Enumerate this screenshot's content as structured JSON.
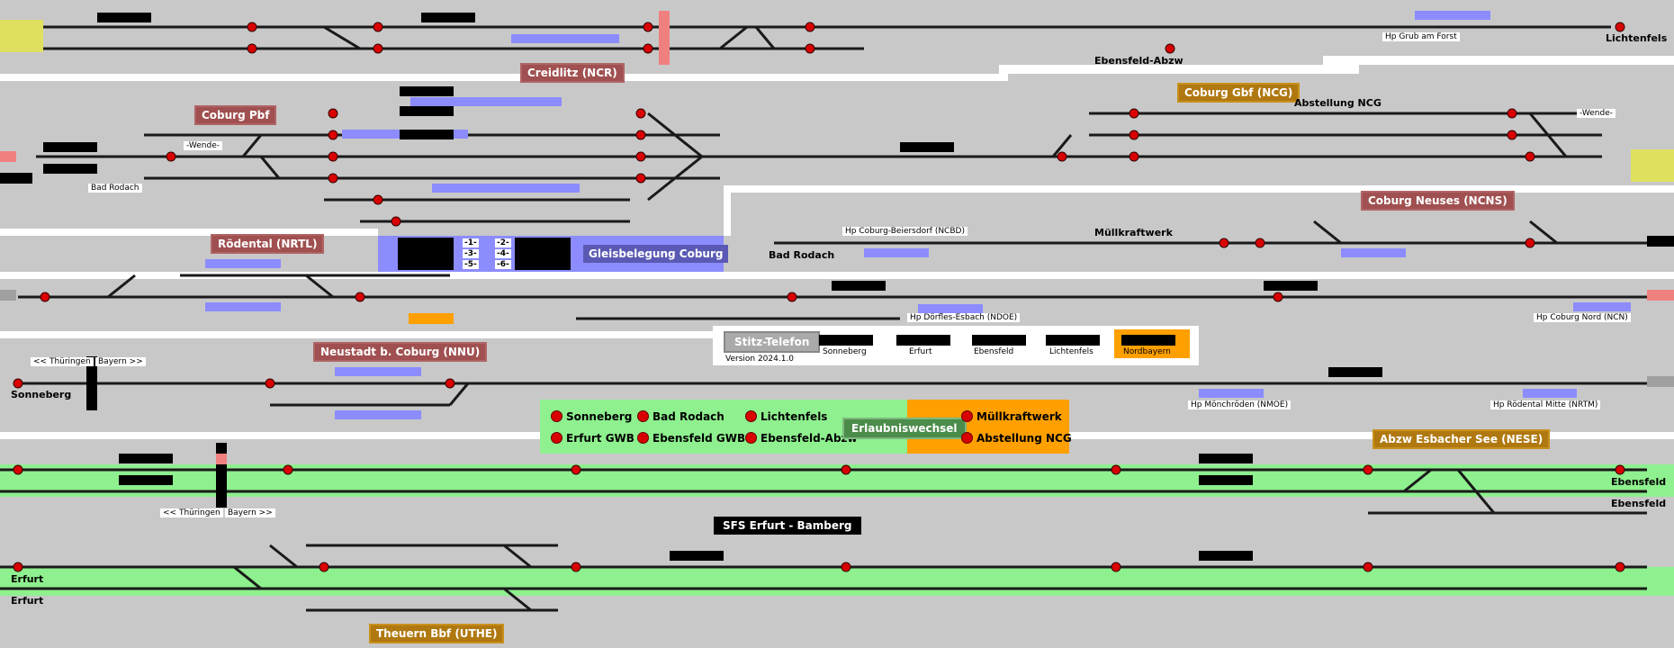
{
  "stations": {
    "creidlitz": "Creidlitz (NCR)",
    "coburg_pbf": "Coburg Pbf",
    "coburg_gbf": "Coburg Gbf (NCG)",
    "abstellung_ncg": "Abstellung NCG",
    "coburg_neuses": "Coburg Neuses (NCNS)",
    "roedental": "Rödental (NRTL)",
    "neustadt": "Neustadt b. Coburg (NNU)",
    "abzw_esbacher": "Abzw Esbacher See (NESE)",
    "theuern": "Theuern Bbf (UTHE)",
    "sfs": "SFS Erfurt - Bamberg",
    "gleisbelegung": "Gleisbelegung Coburg"
  },
  "places": {
    "lichtenfels": "Lichtenfels",
    "ebensfeld_abzw": "Ebensfeld-Abzw",
    "hp_grub": "Hp Grub am Forst",
    "bad_rodach_1": "Bad Rodach",
    "bad_rodach_2": "Bad Rodach",
    "muellkraftwerk": "Müllkraftwerk",
    "hp_beiersdorf": "Hp Coburg-Beiersdorf (NCBD)",
    "hp_doerfles": "Hp Dörfles-Esbach (NDOE)",
    "hp_coburg_nord": "Hp Coburg Nord (NCN)",
    "hp_moenchroeden": "Hp Mönchröden (NMOE)",
    "hp_roedental_mitte": "Hp Rödental Mitte (NRTM)",
    "sonneberg": "Sonneberg",
    "erfurt_1": "Erfurt",
    "erfurt_2": "Erfurt",
    "ebensfeld_1": "Ebensfeld",
    "ebensfeld_2": "Ebensfeld",
    "thueringen_1": "<< Thüringen",
    "bayern_1": "Bayern >>",
    "thueringen_2": "<< Thüringen",
    "bayern_2": "Bayern >>",
    "wende_1": "-Wende-",
    "wende_2": "-Wende-"
  },
  "phone": {
    "title": "Stitz-Telefon",
    "version": "Version 2024.1.0",
    "targets": [
      "Sonneberg",
      "Erfurt",
      "Ebensfeld",
      "Lichtenfels",
      "Nordbayern"
    ]
  },
  "permissions": {
    "title": "Erlaubniswechsel",
    "items": [
      "Sonneberg",
      "Bad Rodach",
      "Lichtenfels",
      "Erfurt GWB",
      "Ebensfeld GWB",
      "Ebensfeld-Abzw",
      "Müllkraftwerk",
      "Abstellung NCG"
    ]
  },
  "gleis_table": {
    "tracks": [
      "-1-",
      "-3-",
      "-5-",
      "-2-",
      "-4-",
      "-6-"
    ]
  },
  "colors": {
    "background": "#c8c8c8",
    "track": "#1a1a1a",
    "signal_red": "#d80000",
    "signal_green": "#1e8c1e",
    "occupied_blue": "#8c8cff",
    "sfs_green": "#8ef08e",
    "station_red": "#a05050",
    "station_brown": "#b07810",
    "yellow_entry": "#e0e060",
    "orange": "#ffa000"
  }
}
